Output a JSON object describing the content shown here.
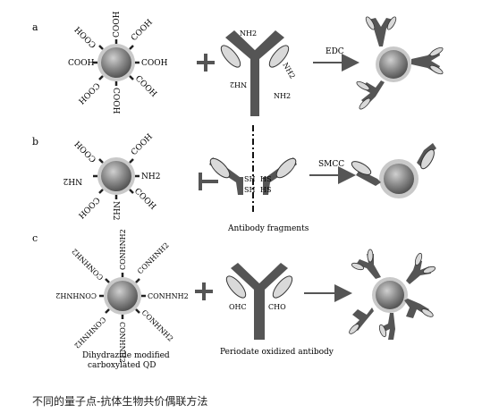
{
  "panels": [
    {
      "letter": "a",
      "groups": [
        "COOH",
        "COOH",
        "COOH",
        "COOH",
        "COOH",
        "COOH",
        "COOH",
        "COOH"
      ],
      "antibody_groups": [
        "NH2",
        "NH2",
        "NH2",
        "NH2"
      ],
      "arrow_label": "EDC"
    },
    {
      "letter": "b",
      "groups": [
        "COOH",
        "NH2",
        "COOH",
        "NH2",
        "COOH",
        "NH2"
      ],
      "fragment_groups": [
        "SH",
        "SH",
        "HS",
        "HS"
      ],
      "fragment_caption": "Antibody fragments",
      "arrow_label": "SMCC"
    },
    {
      "letter": "c",
      "groups": [
        "CONHNH2",
        "CONHNH2",
        "CONHNH2",
        "CONHNH2",
        "CONHNH2",
        "CONHNH2",
        "CONHNH2",
        "CONHNH2"
      ],
      "qd_caption_line1": "Dihydrazide modified",
      "qd_caption_line2": "carboxylated QD",
      "antibody_groups": [
        "OHC",
        "CHO"
      ],
      "antibody_caption": "Periodate oxidized antibody"
    }
  ],
  "figure_caption": "不同的量子点-抗体生物共价偶联方法",
  "colors": {
    "qd_core": "#8a8a8a",
    "qd_shell": "#c9c9c9",
    "heavy_chain": "#555555",
    "light_chain": "#d9d9d9",
    "arrow": "#555555"
  }
}
